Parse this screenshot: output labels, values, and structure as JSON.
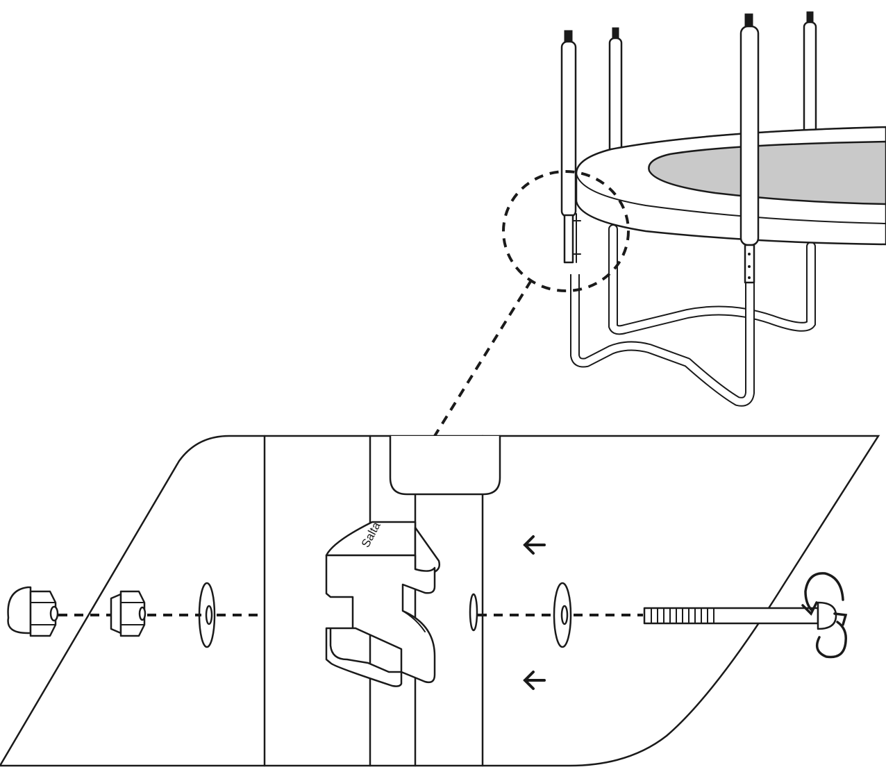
{
  "diagram": {
    "brand_mark": "Salta",
    "colors": {
      "ink": "#1a1a1a",
      "mat": "#c9c9c9",
      "paper": "#ffffff"
    },
    "callout": "dashed-circle-zoom",
    "assembly_parts": [
      "cap-nut",
      "lock-nut",
      "washer",
      "t-piece-bracket",
      "washer",
      "bolt"
    ],
    "icons": [
      "left-arrow-icon",
      "left-arrow-icon",
      "rotate-icon"
    ]
  }
}
